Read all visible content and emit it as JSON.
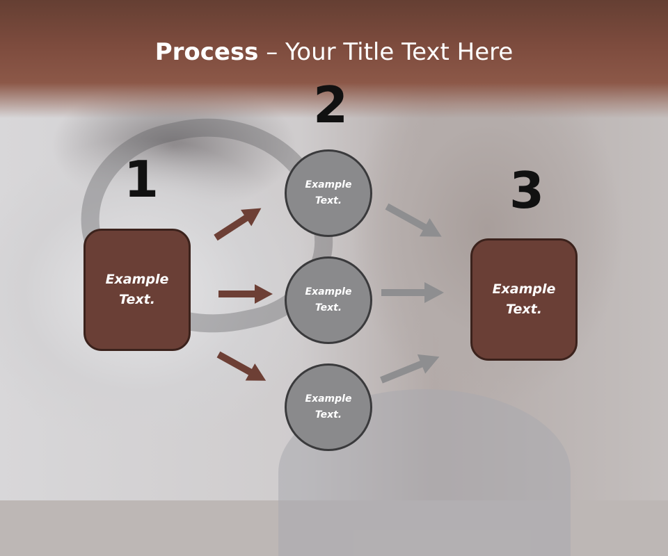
{
  "slide": {
    "title_bold": "Process",
    "title_rest": " – Your Title Text Here"
  },
  "steps": {
    "step1_number": "1",
    "step2_number": "2",
    "step3_number": "3"
  },
  "left_box": {
    "text": "Example\nText."
  },
  "right_box": {
    "text": "Example\nText."
  },
  "circles": [
    {
      "text": "Example\nText."
    },
    {
      "text": "Example\nText."
    },
    {
      "text": "Example\nText."
    }
  ],
  "colors": {
    "header": "#7e4c3e",
    "box_fill": "#6a3f36",
    "circle_fill": "#8a8a8c",
    "left_arrows": "#6d3f35",
    "right_arrows": "#8e8e90"
  }
}
